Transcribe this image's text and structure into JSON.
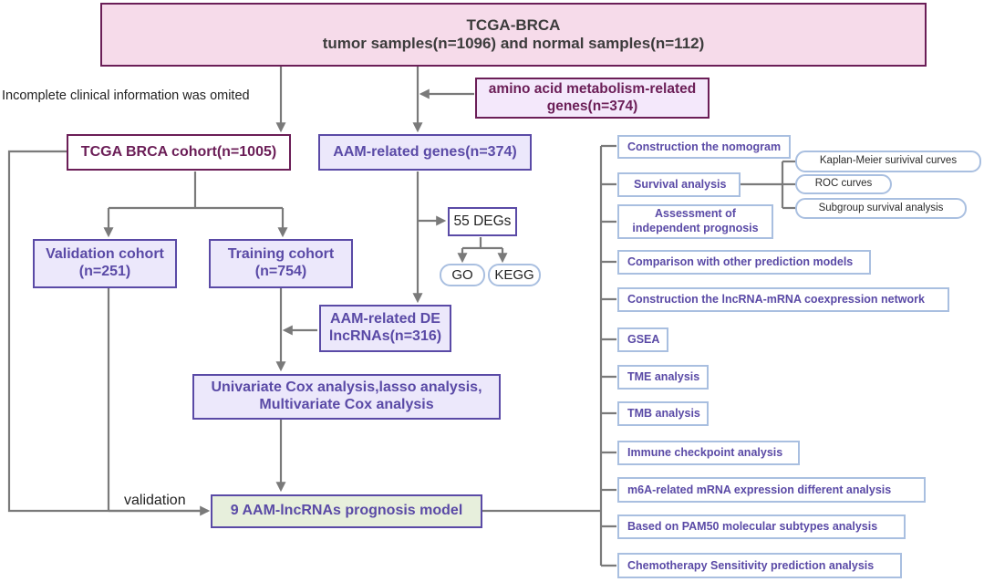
{
  "top": {
    "line1": "TCGA-BRCA",
    "line2": "tumor samples(n=1096) and normal samples(n=112)"
  },
  "incomplete_note": "Incomplete clinical information was omited",
  "aam_source": {
    "line1": "amino acid metabolism-related",
    "line2": "genes(n=374)"
  },
  "cohort": "TCGA BRCA cohort(n=1005)",
  "aam_genes": "AAM-related genes(n=374)",
  "degs": "55 DEGs",
  "go": "GO",
  "kegg": "KEGG",
  "validation_cohort": {
    "line1": "Validation cohort",
    "line2": "(n=251)"
  },
  "training_cohort": {
    "line1": "Training cohort",
    "line2": "(n=754)"
  },
  "de_lncrnas": {
    "line1": "AAM-related DE",
    "line2": "lncRNAs(n=316)"
  },
  "cox": {
    "line1": "Univariate Cox analysis,lasso analysis,",
    "line2": "Multivariate Cox analysis"
  },
  "validation_label": "validation",
  "model": "9 AAM-lncRNAs prognosis model",
  "right_items": [
    "Construction the nomogram",
    "Survival analysis",
    "Assessment of independent prognosis",
    "Comparison with other prediction models",
    "Construction the lncRNA-mRNA coexpression  network",
    "GSEA",
    "TME analysis",
    "TMB analysis",
    "Immune  checkpoint  analysis",
    "m6A-related  mRNA expression  different  analysis",
    "Based on  PAM50 molecular  subtypes  analysis",
    "Chemotherapy  Sensitivity prediction  analysis"
  ],
  "assessment": {
    "line1": "Assessment of",
    "line2": "independent  prognosis"
  },
  "survival_sub": [
    "Kaplan-Meier surivival curves",
    "ROC curves",
    "Subgroup survival analysis"
  ],
  "colors": {
    "arrow": "#7a7a7a",
    "dark_purple": "#6b1e57",
    "purple": "#5a4aa6",
    "light_blue": "#a9bfe0"
  }
}
